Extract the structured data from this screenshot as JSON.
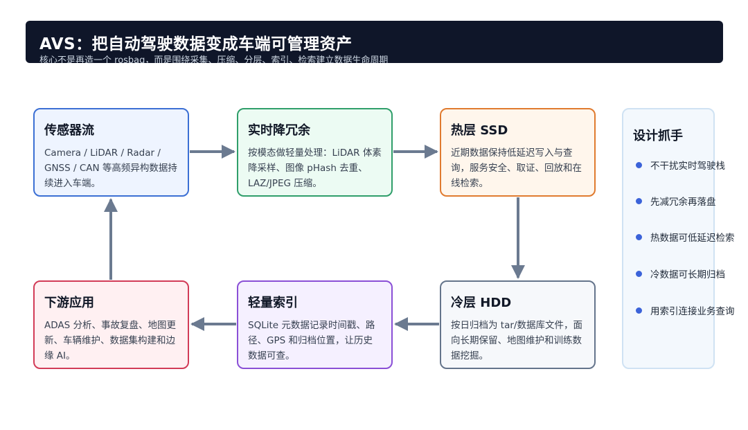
{
  "header": {
    "title": "AVS：把自动驾驶数据变成车端可管理资产",
    "subtitle": "核心不是再造一个 rosbag，而是围绕采集、压缩、分层、索引、检索建立数据生命周期"
  },
  "cards": {
    "sensor": {
      "title": "传感器流",
      "desc": "Camera / LiDAR / Radar / GNSS / CAN 等高频异构数据持续进入车端。"
    },
    "dedup": {
      "title": "实时降冗余",
      "desc": "按模态做轻量处理：LiDAR 体素降采样、图像 pHash 去重、LAZ/JPEG 压缩。"
    },
    "hot": {
      "title": "热层 SSD",
      "desc": "近期数据保持低延迟写入与查询，服务安全、取证、回放和在线检索。"
    },
    "downstream": {
      "title": "下游应用",
      "desc": "ADAS 分析、事故复盘、地图更新、车辆维护、数据集构建和边缘 AI。"
    },
    "index": {
      "title": "轻量索引",
      "desc": "SQLite 元数据记录时间戳、路径、GPS 和归档位置，让历史数据可查。"
    },
    "cold": {
      "title": "冷层 HDD",
      "desc": "按日归档为 tar/数据库文件，面向长期保留、地图维护和训练数据挖掘。"
    }
  },
  "sidebar": {
    "title": "设计抓手",
    "items": [
      "不干扰实时驾驶栈",
      "先减冗余再落盘",
      "热数据可低延迟检索",
      "冷数据可长期归档",
      "用索引连接业务查询"
    ]
  },
  "colors": {
    "header_bg": "#0f1629",
    "arrow": "#6b7a90",
    "sensor": "#3b6fd4",
    "dedup": "#2f9e6a",
    "hot": "#e07a2e",
    "downstream": "#d23b57",
    "index": "#8a4fd6",
    "cold": "#64748b",
    "bullet": "#3b63d9"
  }
}
